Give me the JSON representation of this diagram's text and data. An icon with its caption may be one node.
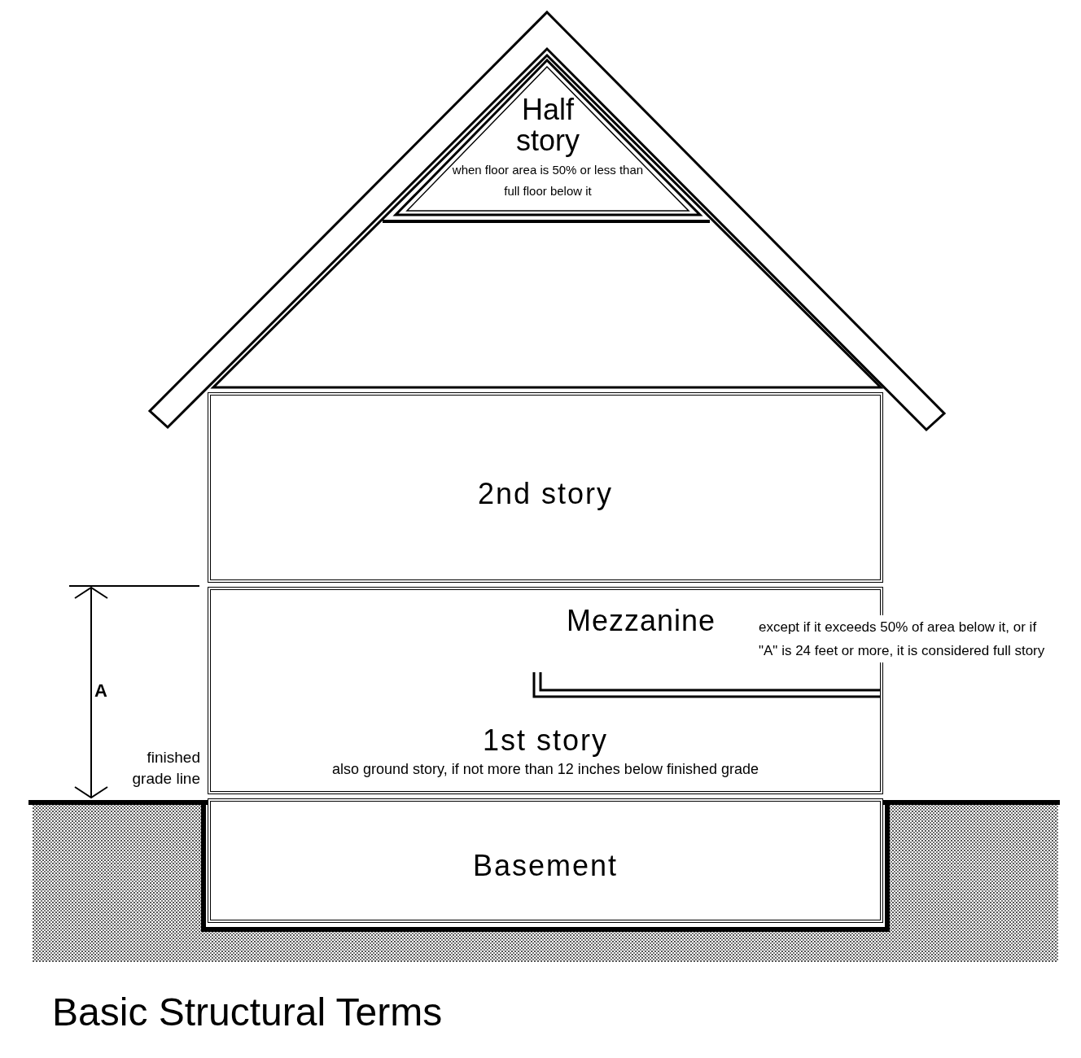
{
  "diagram": {
    "caption": "Basic Structural Terms",
    "nodes": [
      {
        "text": [
          "Half story",
          "when floor area is 50% or less than full floor below it"
        ]
      },
      {
        "text": [
          "2nd story"
        ]
      },
      {
        "text": [
          "Mezzanine"
        ],
        "in": 3,
        "beside": [
          "except if it exceeds 50% of area below it, or if \"A\" is 24 feet or more, it is considered full story"
        ]
      },
      {
        "text": [
          "1st story",
          "also ground story, if not more than 12 inches below finished grade"
        ]
      },
      {
        "text": [
          "Basement"
        ]
      }
    ],
    "labels": [
      "A",
      "finished grade line"
    ]
  }
}
